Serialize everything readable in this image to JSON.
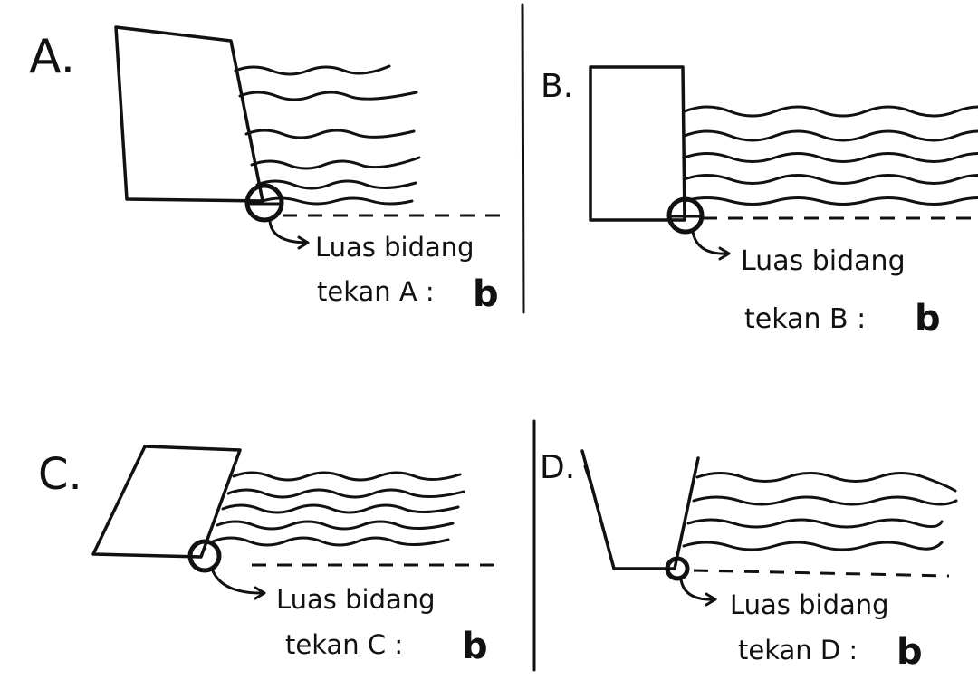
{
  "panels": [
    {
      "id": "A",
      "label": "A.",
      "caption_line1": "Luas bidang",
      "caption_line2": "tekan A :",
      "answer": "b"
    },
    {
      "id": "B",
      "label": "B.",
      "caption_line1": "Luas bidang",
      "caption_line2": "tekan B :",
      "answer": "b"
    },
    {
      "id": "C",
      "label": "C.",
      "caption_line1": "Luas bidang",
      "caption_line2": "tekan C :",
      "answer": "b"
    },
    {
      "id": "D",
      "label": "D.",
      "caption_line1": "Luas bidang",
      "caption_line2": "tekan D :",
      "answer": "b"
    }
  ],
  "colors": {
    "ink": "#111111",
    "paper": "#ffffff"
  }
}
